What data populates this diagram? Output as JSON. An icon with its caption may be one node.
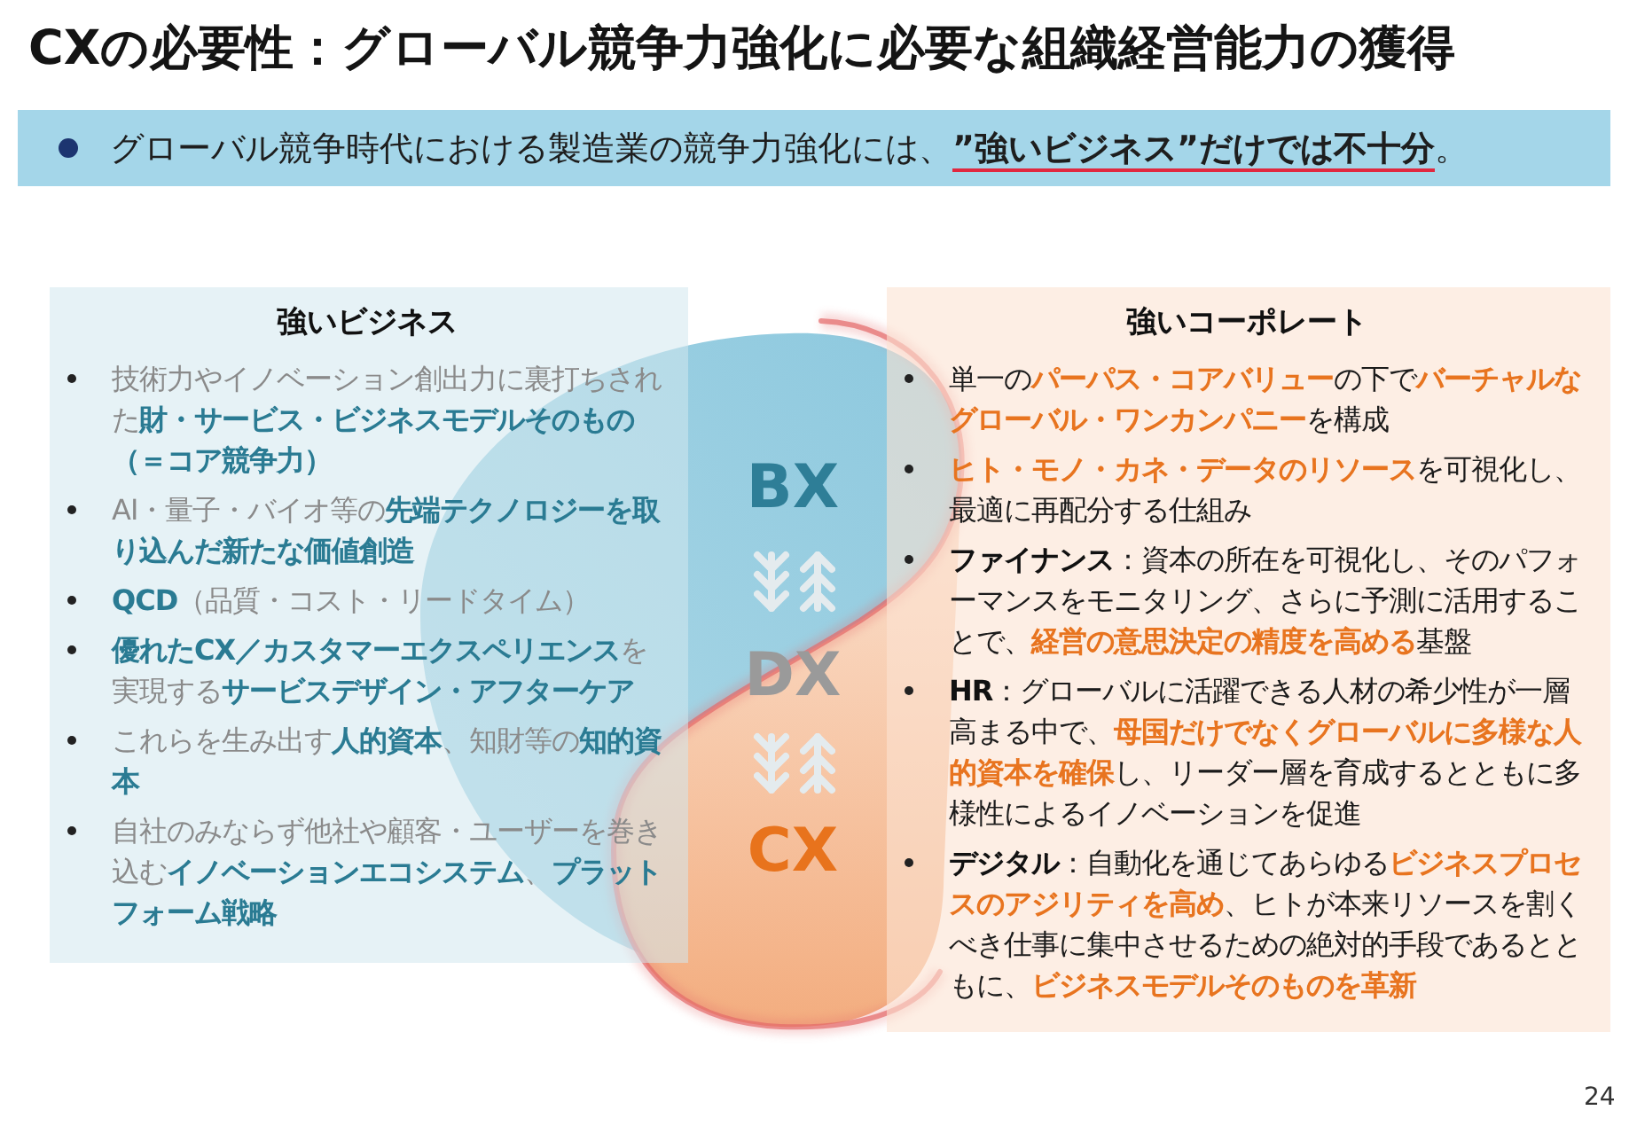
{
  "diagram": {
    "title": "CXの必要性：グローバル競争力強化に必要な組織経営能力の獲得",
    "nodes": [
      {
        "text": [
          "グローバル競争時代における製造業の競争力強化には、**”強いビジネス”だけでは不十分**。"
        ]
      },
      {
        "text": [
          "強いビジネス",
          "技術力やイノベーション創出力に裏打ちされた**財・サービス・ビジネスモデルそのもの（＝コア競争力）**",
          "AI・量子・バイオ等の**先端テクノロジーを取り込んだ新たな価値創造**",
          "**QCD**（品質・コスト・リードタイム）",
          "**優れたCX／カスタマーエクスペリエンス**を実現する**サービスデザイン・アフターケア**",
          "これらを生み出す**人的資本**、知財等の**知的資本**",
          "自社のみならず他社や顧客・ユーザーを巻き込む**イノベーションエコシステム**、**プラットフォーム戦略**"
        ]
      },
      {
        "text": [
          "強いコーポレート",
          "単一の**パーパス・コアバリュー**の下で**バーチャルなグローバル・ワンカンパニー**を構成",
          "**ヒト・モノ・カネ・データのリソース**を可視化し、最適に再配分する仕組み",
          "**ファイナンス**：資本の所在を可視化し、そのパフォーマンスをモニタリング、さらに予測に活用することで、**経営の意思決定の精度を高める**基盤",
          "**HR**：グローバルに活躍できる人材の希少性が一層高まる中で、**母国だけでなくグローバルに多様な人的資本を確保**し、リーダー層を育成するとともに多様性によるイノベーションを促進",
          "**デジタル**：自動化を通じてあらゆる**ビジネスプロセスのアジリティを高め**、ヒトが本来リソースを割くべき仕事に集中させるための絶対的手段であるとともに、**ビジネスモデルそのものを革新**"
        ]
      },
      {
        "text": [
          "BX"
        ]
      },
      {
        "text": [
          "DX"
        ]
      },
      {
        "text": [
          "CX"
        ]
      }
    ],
    "edges": [
      {
        "from": 3,
        "to": 4,
        "arrow": "to"
      },
      {
        "from": 4,
        "to": 3,
        "arrow": "to"
      },
      {
        "from": 4,
        "to": 5,
        "arrow": "to"
      },
      {
        "from": 5,
        "to": 4,
        "arrow": "to"
      }
    ],
    "labels": [
      "24"
    ]
  }
}
